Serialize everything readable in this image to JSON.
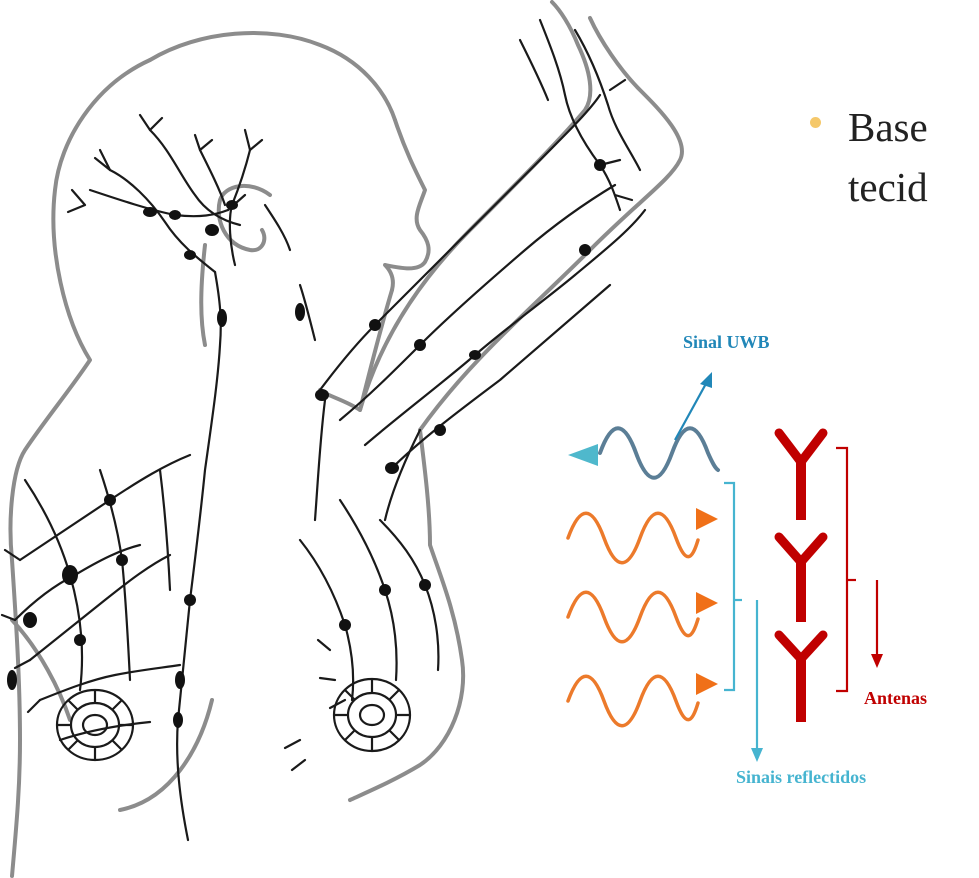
{
  "bullet": {
    "line1": "Base",
    "line2": "tecid"
  },
  "labels": {
    "uwb_signal": "Sinal UWB",
    "reflected_signals": "Sinais reflectidos",
    "antennas": "Antenas"
  },
  "colors": {
    "bullet": "#f5c86a",
    "uwb_wave": "#5b7e96",
    "uwb_label": "#2187b8",
    "uwb_arrow": "#4fb8cc",
    "reflected": "#46b4d0",
    "orange_wave": "#ec7a2b",
    "antenna": "#c00000",
    "drawing": "#1a1a1a",
    "outline": "#8c8c8c"
  }
}
